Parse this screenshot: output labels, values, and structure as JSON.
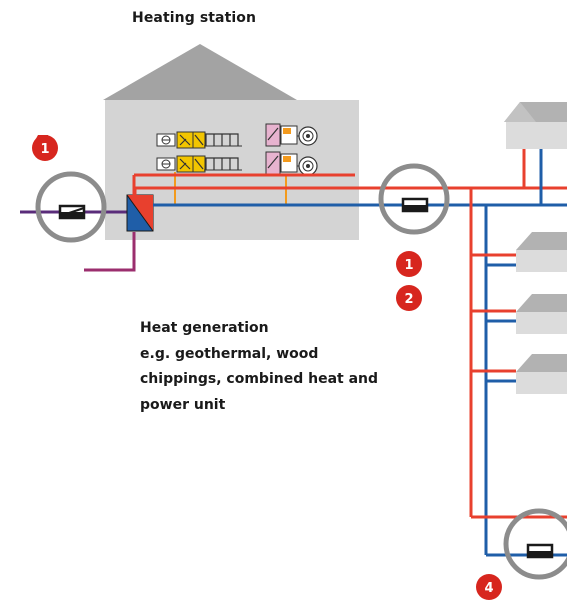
{
  "title": "Heating station",
  "heat_generation": {
    "lines": [
      "Heat generation",
      "e.g. geothermal, wood",
      "chippings, combined heat and",
      "power unit"
    ]
  },
  "markers": {
    "left_loop": "1",
    "below_middle_a": "1",
    "below_middle_b": "2",
    "bottom_right": "4"
  },
  "colors": {
    "supply_red": "#e8402e",
    "return_blue": "#1f5ea8",
    "marker_red": "#d7261e",
    "ring_gray": "#8c8c8c",
    "building_gray": "#d4d4d4",
    "roof_gray": "#a3a3a3",
    "primary_purple": "#5a2c7a",
    "feed_magenta": "#9b2e6e",
    "accent_orange": "#f39a1d",
    "accent_yellow": "#f2c500"
  }
}
